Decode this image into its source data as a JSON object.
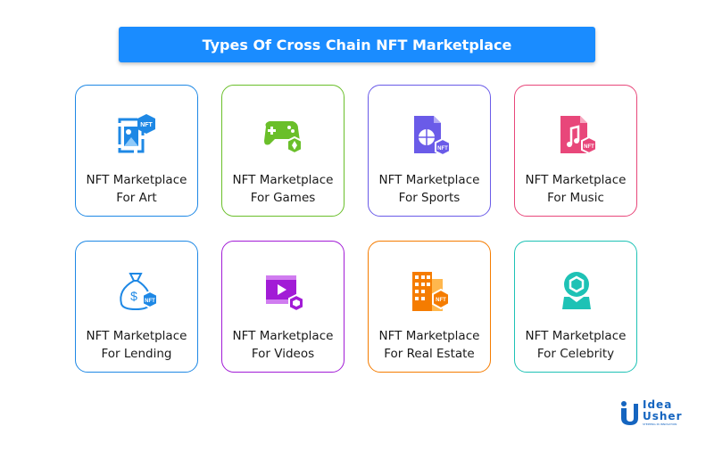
{
  "header": {
    "title": "Types Of Cross Chain NFT Marketplace"
  },
  "cards": [
    {
      "line1": "NFT Marketplace",
      "line2": "For Art",
      "icon": "art-icon",
      "color": "#1e88e5"
    },
    {
      "line1": "NFT Marketplace",
      "line2": "For Games",
      "icon": "gamepad-icon",
      "color": "#6abf2a"
    },
    {
      "line1": "NFT Marketplace",
      "line2": "For Sports",
      "icon": "sports-icon",
      "color": "#6a5be8"
    },
    {
      "line1": "NFT Marketplace",
      "line2": "For Music",
      "icon": "music-icon",
      "color": "#e8477a"
    },
    {
      "line1": "NFT Marketplace",
      "line2": "For Lending",
      "icon": "money-bag-icon",
      "color": "#1e88e5"
    },
    {
      "line1": "NFT Marketplace",
      "line2": "For Videos",
      "icon": "video-icon",
      "color": "#a21cd6"
    },
    {
      "line1": "NFT Marketplace",
      "line2": "For Real Estate",
      "icon": "building-icon",
      "color": "#f57c00"
    },
    {
      "line1": "NFT Marketplace",
      "line2": "For Celebrity",
      "icon": "celebrity-icon",
      "color": "#1ec2b5"
    }
  ],
  "logo": {
    "word1": "Idea",
    "word2": "Usher",
    "tagline": "STEPPING IN INNOVATION"
  },
  "nft_badge": "NFT"
}
